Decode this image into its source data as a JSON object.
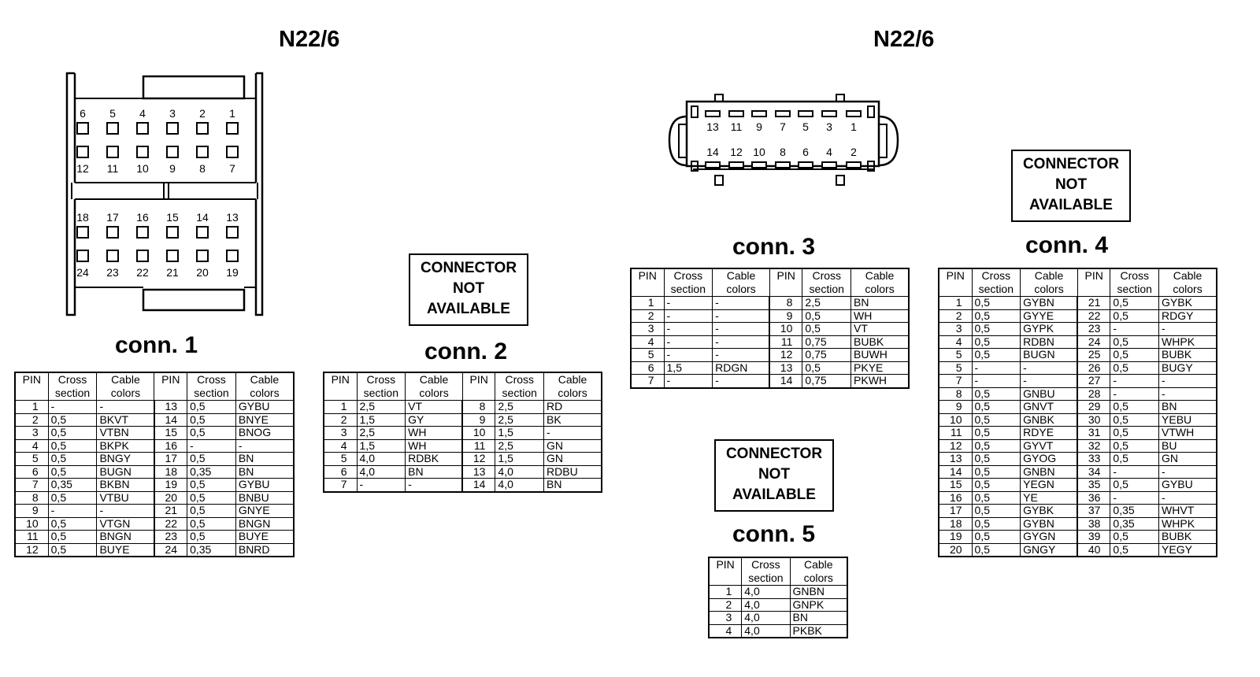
{
  "titles": {
    "left": "N22/6",
    "right": "N22/6"
  },
  "connector_not_available": {
    "line1": "CONNECTOR",
    "line2": "NOT",
    "line3": "AVAILABLE"
  },
  "conn1": {
    "label": "conn. 1",
    "headers": {
      "pin": "PIN",
      "cross_a": "Cross",
      "cross_b": "section",
      "color_a": "Cable",
      "color_b": "colors"
    },
    "rows": [
      [
        "1",
        "-",
        "-",
        "13",
        "0,5",
        "GYBU"
      ],
      [
        "2",
        "0,5",
        "BKVT",
        "14",
        "0,5",
        "BNYE"
      ],
      [
        "3",
        "0,5",
        "VTBN",
        "15",
        "0,5",
        "BNOG"
      ],
      [
        "4",
        "0,5",
        "BKPK",
        "16",
        "-",
        "-"
      ],
      [
        "5",
        "0,5",
        "BNGY",
        "17",
        "0,5",
        "BN"
      ],
      [
        "6",
        "0,5",
        "BUGN",
        "18",
        "0,35",
        "BN"
      ],
      [
        "7",
        "0,35",
        "BKBN",
        "19",
        "0,5",
        "GYBU"
      ],
      [
        "8",
        "0,5",
        "VTBU",
        "20",
        "0,5",
        "BNBU"
      ],
      [
        "9",
        "-",
        "-",
        "21",
        "0,5",
        "GNYE"
      ],
      [
        "10",
        "0,5",
        "VTGN",
        "22",
        "0,5",
        "BNGN"
      ],
      [
        "11",
        "0,5",
        "BNGN",
        "23",
        "0,5",
        "BUYE"
      ],
      [
        "12",
        "0,5",
        "BUYE",
        "24",
        "0,35",
        "BNRD"
      ]
    ]
  },
  "conn2": {
    "label": "conn. 2",
    "rows": [
      [
        "1",
        "2,5",
        "VT",
        "8",
        "2,5",
        "RD"
      ],
      [
        "2",
        "1,5",
        "GY",
        "9",
        "2,5",
        "BK"
      ],
      [
        "3",
        "2,5",
        "WH",
        "10",
        "1,5",
        "-"
      ],
      [
        "4",
        "1,5",
        "WH",
        "11",
        "2,5",
        "GN"
      ],
      [
        "5",
        "4,0",
        "RDBK",
        "12",
        "1,5",
        "GN"
      ],
      [
        "6",
        "4,0",
        "BN",
        "13",
        "4,0",
        "RDBU"
      ],
      [
        "7",
        "-",
        "-",
        "14",
        "4,0",
        "BN"
      ]
    ]
  },
  "conn3": {
    "label": "conn. 3",
    "rows": [
      [
        "1",
        "-",
        "-",
        "8",
        "2,5",
        "BN"
      ],
      [
        "2",
        "-",
        "-",
        "9",
        "0,5",
        "WH"
      ],
      [
        "3",
        "-",
        "-",
        "10",
        "0,5",
        "VT"
      ],
      [
        "4",
        "-",
        "-",
        "11",
        "0,75",
        "BUBK"
      ],
      [
        "5",
        "-",
        "-",
        "12",
        "0,75",
        "BUWH"
      ],
      [
        "6",
        "1,5",
        "RDGN",
        "13",
        "0,5",
        "PKYE"
      ],
      [
        "7",
        "-",
        "-",
        "14",
        "0,75",
        "PKWH"
      ]
    ]
  },
  "conn4": {
    "label": "conn. 4",
    "rows": [
      [
        "1",
        "0,5",
        "GYBN",
        "21",
        "0,5",
        "GYBK"
      ],
      [
        "2",
        "0,5",
        "GYYE",
        "22",
        "0,5",
        "RDGY"
      ],
      [
        "3",
        "0,5",
        "GYPK",
        "23",
        "-",
        "-"
      ],
      [
        "4",
        "0,5",
        "RDBN",
        "24",
        "0,5",
        "WHPK"
      ],
      [
        "5",
        "0,5",
        "BUGN",
        "25",
        "0,5",
        "BUBK"
      ],
      [
        "5",
        "-",
        "-",
        "26",
        "0,5",
        "BUGY"
      ],
      [
        "7",
        "-",
        "-",
        "27",
        "-",
        "-"
      ],
      [
        "8",
        "0,5",
        "GNBU",
        "28",
        "-",
        "-"
      ],
      [
        "9",
        "0,5",
        "GNVT",
        "29",
        "0,5",
        "BN"
      ],
      [
        "10",
        "0,5",
        "GNBK",
        "30",
        "0,5",
        "YEBU"
      ],
      [
        "11",
        "0,5",
        "RDYE",
        "31",
        "0,5",
        "VTWH"
      ],
      [
        "12",
        "0,5",
        "GYVT",
        "32",
        "0,5",
        "BU"
      ],
      [
        "13",
        "0,5",
        "GYOG",
        "33",
        "0,5",
        "GN"
      ],
      [
        "14",
        "0,5",
        "GNBN",
        "34",
        "-",
        "-"
      ],
      [
        "15",
        "0,5",
        "YEGN",
        "35",
        "0,5",
        "GYBU"
      ],
      [
        "16",
        "0,5",
        "YE",
        "36",
        "-",
        "-"
      ],
      [
        "17",
        "0,5",
        "GYBK",
        "37",
        "0,35",
        "WHVT"
      ],
      [
        "18",
        "0,5",
        "GYBN",
        "38",
        "0,35",
        "WHPK"
      ],
      [
        "19",
        "0,5",
        "GYGN",
        "39",
        "0,5",
        "BUBK"
      ],
      [
        "20",
        "0,5",
        "GNGY",
        "40",
        "0,5",
        "YEGY"
      ]
    ]
  },
  "conn5": {
    "label": "conn. 5",
    "rows": [
      [
        "1",
        "4,0",
        "GNBN"
      ],
      [
        "2",
        "4,0",
        "GNPK"
      ],
      [
        "3",
        "4,0",
        "BN"
      ],
      [
        "4",
        "4,0",
        "PKBK"
      ]
    ]
  },
  "left_connector_pins": {
    "row1": [
      "6",
      "5",
      "4",
      "3",
      "2",
      "1"
    ],
    "row2": [
      "12",
      "11",
      "10",
      "9",
      "8",
      "7"
    ],
    "row3": [
      "18",
      "17",
      "16",
      "15",
      "14",
      "13"
    ],
    "row4": [
      "24",
      "23",
      "22",
      "21",
      "20",
      "19"
    ]
  },
  "right_connector_pins": {
    "top": [
      "13",
      "11",
      "9",
      "7",
      "5",
      "3",
      "1"
    ],
    "bottom": [
      "14",
      "12",
      "10",
      "8",
      "6",
      "4",
      "2"
    ]
  }
}
